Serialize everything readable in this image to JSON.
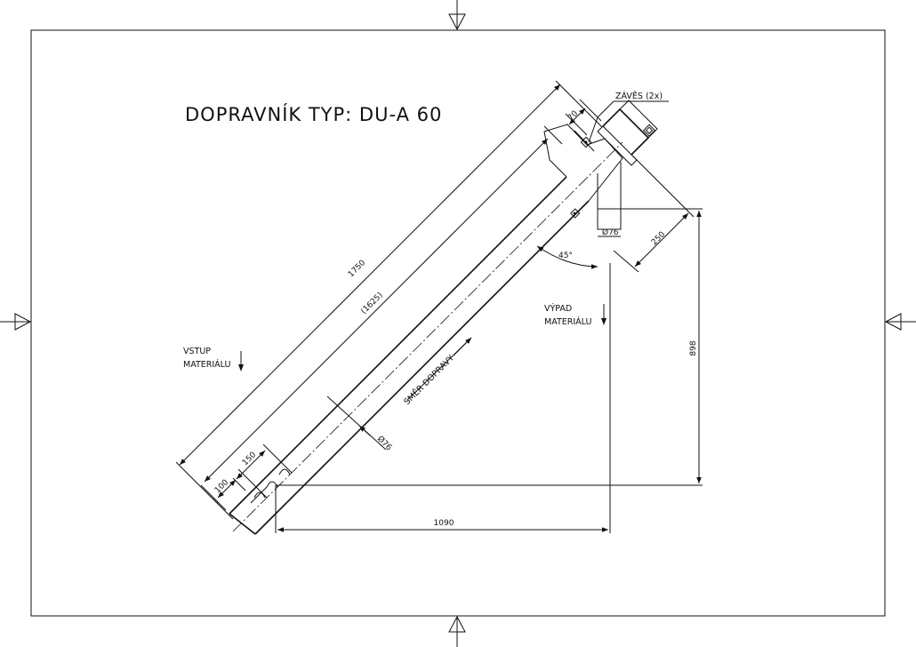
{
  "title": "DOPRAVNÍK TYP: DU-A 60",
  "labels": {
    "hanger": "ZÁVĚS (2x)",
    "inlet_line1": "VSTUP",
    "inlet_line2": "MATERIÁLU",
    "outlet_line1": "VÝPAD",
    "outlet_line2": "MATERIÁLU",
    "conveying_direction": "SMĚR DOPRAVY"
  },
  "dimensions": {
    "overall_length": "1750",
    "tube_length": "(1625)",
    "inlet_offset": "100",
    "inlet_width": "150",
    "hanger_offset": "70",
    "tube_diameter": "Ø76",
    "outlet_diameter": "Ø76",
    "motor_length": "250",
    "angle": "45°",
    "height": "898",
    "horizontal_length": "1090"
  }
}
